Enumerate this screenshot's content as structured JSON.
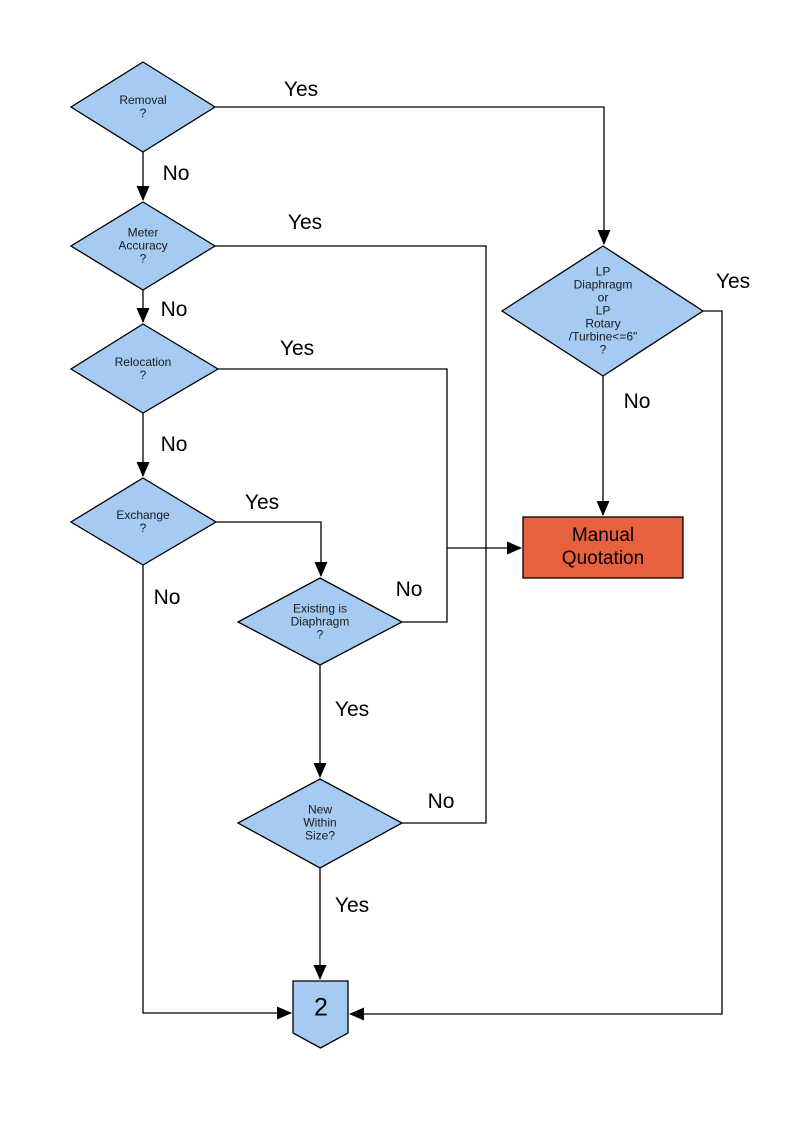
{
  "page": {
    "type": "flowchart",
    "background": "#ffffff"
  },
  "colors": {
    "node_fill": "#A5CBF2",
    "manual_fill": "#E8613E",
    "line": "#000000",
    "text": "#000000"
  },
  "nodes": {
    "removal": {
      "shape": "decision",
      "label": "Removal\n?"
    },
    "meter_accuracy": {
      "shape": "decision",
      "label": "Meter\nAccuracy\n?"
    },
    "relocation": {
      "shape": "decision",
      "label": "Relocation\n?"
    },
    "exchange": {
      "shape": "decision",
      "label": "Exchange\n?"
    },
    "existing_diaphragm": {
      "shape": "decision",
      "label": "Existing is\nDiaphragm\n?"
    },
    "new_within_size": {
      "shape": "decision",
      "label": "New\nWithin\nSize?"
    },
    "lp_meter": {
      "shape": "decision",
      "label": "LP\nDiaphragm\nor\nLP\nRotary\n/Turbine<=6\"\n?"
    },
    "manual_quotation": {
      "shape": "process",
      "label": "Manual\nQuotation"
    },
    "offpage_connector": {
      "shape": "offpage-connector",
      "label": "2"
    }
  },
  "edge_labels": {
    "removal_yes": "Yes",
    "removal_no": "No",
    "meter_accuracy_yes": "Yes",
    "meter_accuracy_no": "No",
    "relocation_yes": "Yes",
    "relocation_no": "No",
    "exchange_yes": "Yes",
    "exchange_no": "No",
    "existing_diaphragm_no": "No",
    "existing_diaphragm_yes": "Yes",
    "new_within_size_no": "No",
    "new_within_size_yes": "Yes",
    "lp_meter_yes": "Yes",
    "lp_meter_no": "No"
  }
}
